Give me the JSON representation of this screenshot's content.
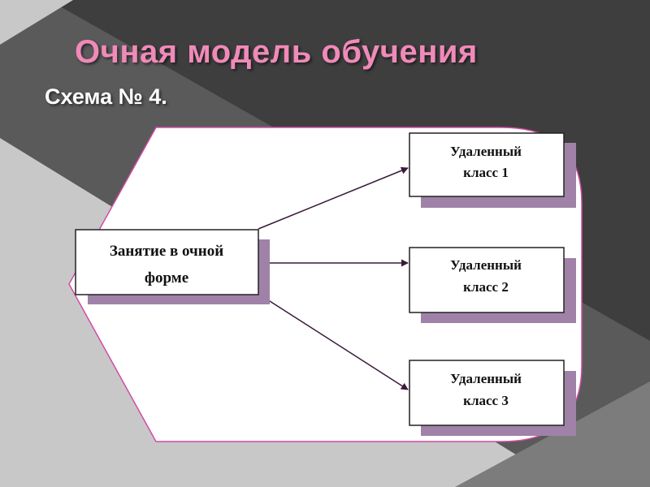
{
  "slide": {
    "title": "Очная модель обучения",
    "subtitle": "Схема № 4."
  },
  "diagram": {
    "source": {
      "line1": "Занятие в очной",
      "line2": "форме"
    },
    "targets": [
      {
        "line1": "Удаленный",
        "line2": "класс 1"
      },
      {
        "line1": "Удаленный",
        "line2": "класс 2"
      },
      {
        "line1": "Удаленный",
        "line2": "класс 3"
      }
    ]
  },
  "colors": {
    "title": "#f08ab8",
    "subtitle": "#ffffff",
    "panel_border": "#d04ca6",
    "box_shadow": "#a082a8",
    "arrow": "#3a1a3a",
    "background_dark": "#3e3e3e",
    "background_mid": "#7c7c7c",
    "background_light": "#c8c8c8"
  }
}
